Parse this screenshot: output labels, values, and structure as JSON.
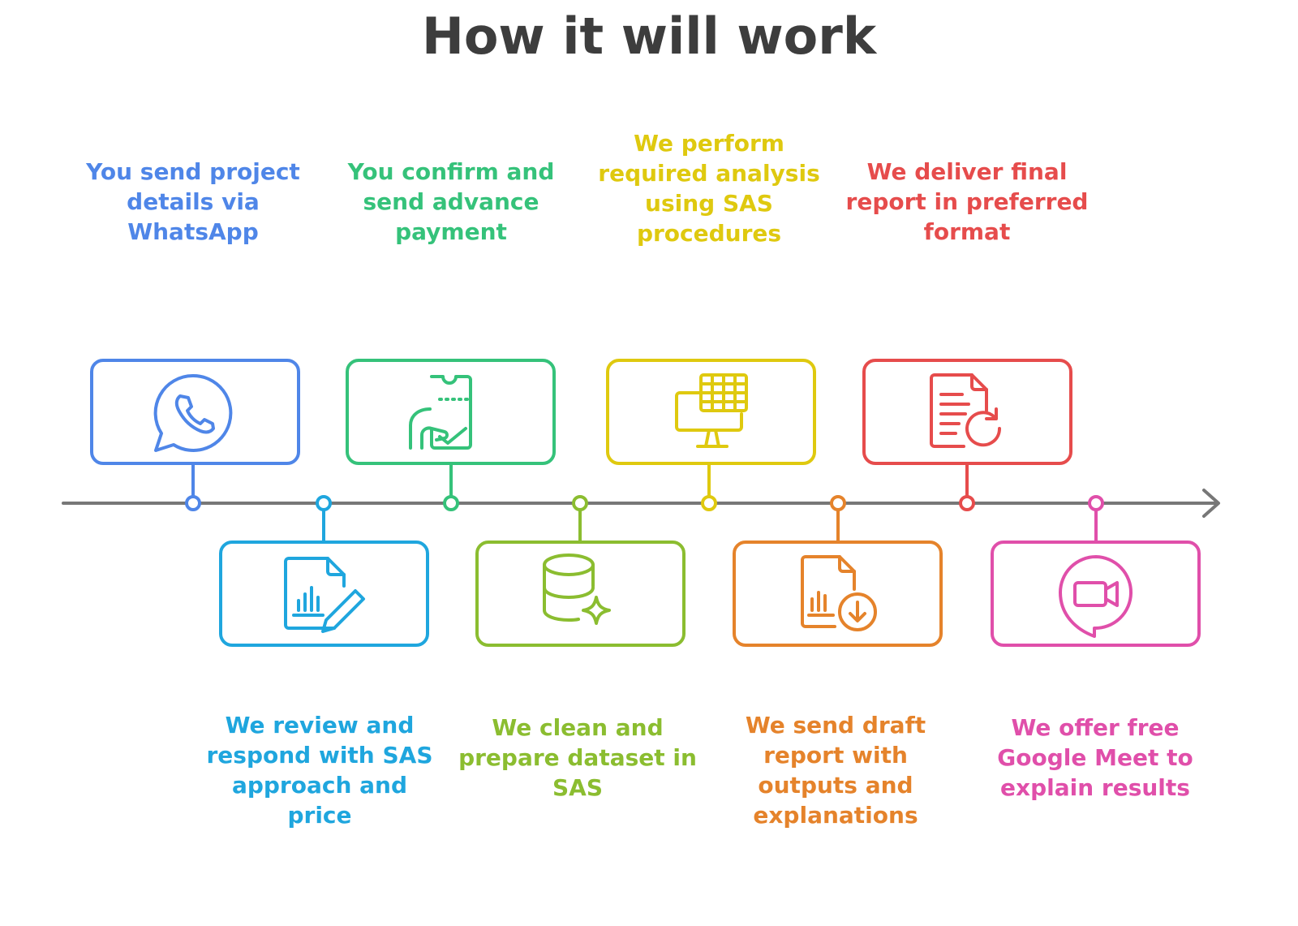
{
  "title": "How it will work",
  "colors": {
    "title": "#3d3d3d",
    "axis": "#777777",
    "step1": "#4f86e8",
    "step2": "#1fa6de",
    "step3": "#35c27a",
    "step4": "#8bbd30",
    "step5": "#dfc90f",
    "step6": "#e5832b",
    "step7": "#e64c4c",
    "step8": "#e04faa"
  },
  "steps": [
    {
      "label": "You send project details via WhatsApp",
      "icon": "whatsapp-icon"
    },
    {
      "label": "We review and respond with SAS approach and price",
      "icon": "document-chart-edit-icon"
    },
    {
      "label": "You confirm and send advance payment",
      "icon": "ticket-payment-icon"
    },
    {
      "label": "We clean and prepare dataset in SAS",
      "icon": "database-sparkle-icon"
    },
    {
      "label": "We perform required analysis using SAS procedures",
      "icon": "monitor-table-icon"
    },
    {
      "label": "We send draft report with outputs and explanations",
      "icon": "document-download-icon"
    },
    {
      "label": "We deliver final report in preferred format",
      "icon": "document-refresh-icon"
    },
    {
      "label": "We offer free Google Meet to explain results",
      "icon": "video-chat-icon"
    }
  ]
}
